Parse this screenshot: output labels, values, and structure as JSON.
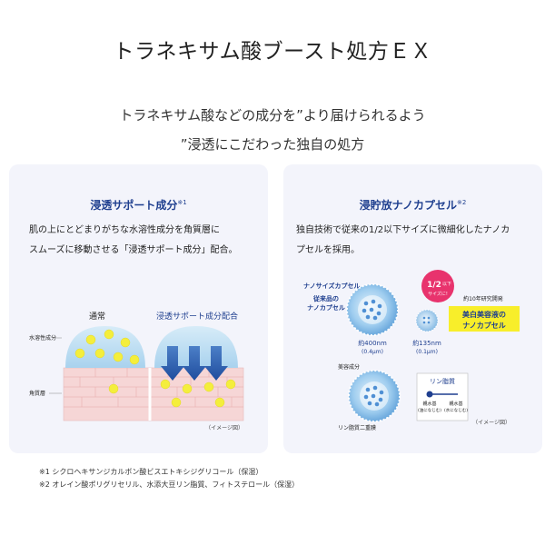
{
  "title": "トラネキサム酸ブースト処方ＥＸ",
  "lead": {
    "line1": "トラネキサム酸などの成分を”より届けられるよう",
    "line2": "”浸透にこだわった独自の処方"
  },
  "left_card": {
    "title": "浸透サポート成分",
    "title_mark": "※1",
    "body_line1": "肌の上にとどまりがちな水溶性成分を角質層に",
    "body_line2": "スムーズに移動させる「浸透サポート成分」配合。",
    "label_normal": "通常",
    "label_with": "浸透サポート成分配合",
    "label_water": "水溶性成分",
    "label_stratum": "角質層",
    "image_note": "（イメージ図）"
  },
  "right_card": {
    "title": "浸貯放ナノカプセル",
    "title_mark": "※2",
    "body_line1": "独自技術で従来の1/2以下サイズに微細化したナノカ",
    "body_line2": "プセルを採用。",
    "label_nano_size": "ナノサイズカプセル",
    "label_conventional_1": "従来品の",
    "label_conventional_2": "ナノカプセル",
    "size_old": "約400nm",
    "size_old_sub": "(0.4μm)",
    "size_new": "約135nm",
    "size_new_sub": "(0.1μm)",
    "badge_half": "1/2",
    "badge_below": "以下",
    "badge_size": "サイズに!",
    "dev_years": "約10年研究開発",
    "highlight_1": "美白美容液の",
    "highlight_2": "ナノカプセル",
    "label_beauty": "美容成分",
    "label_bilayer": "リン脂質二重膜",
    "legend_title": "リン脂質",
    "legend_hydrophilic_1": "親水基",
    "legend_hydrophilic_2": "(油になじむ)",
    "legend_lipophilic_1": "親水基",
    "legend_lipophilic_2": "(水になじむ)",
    "image_note": "（イメージ図）"
  },
  "footnotes": {
    "note1": "※1 シクロヘキサンジカルボン酸ビスエトキシジグリコール（保湿）",
    "note2": "※2 オレイン酸ポリグリセリル、水添大豆リン脂質、フィトステロール（保湿）"
  },
  "colors": {
    "accent_blue": "#1f3f8f",
    "card_bg": "#f3f4fb",
    "skin_pink": "#f6d6d6",
    "particle_yellow": "#f4ee3c",
    "badge_pink": "#e8336d",
    "highlight_yellow": "#f8ee2a"
  }
}
